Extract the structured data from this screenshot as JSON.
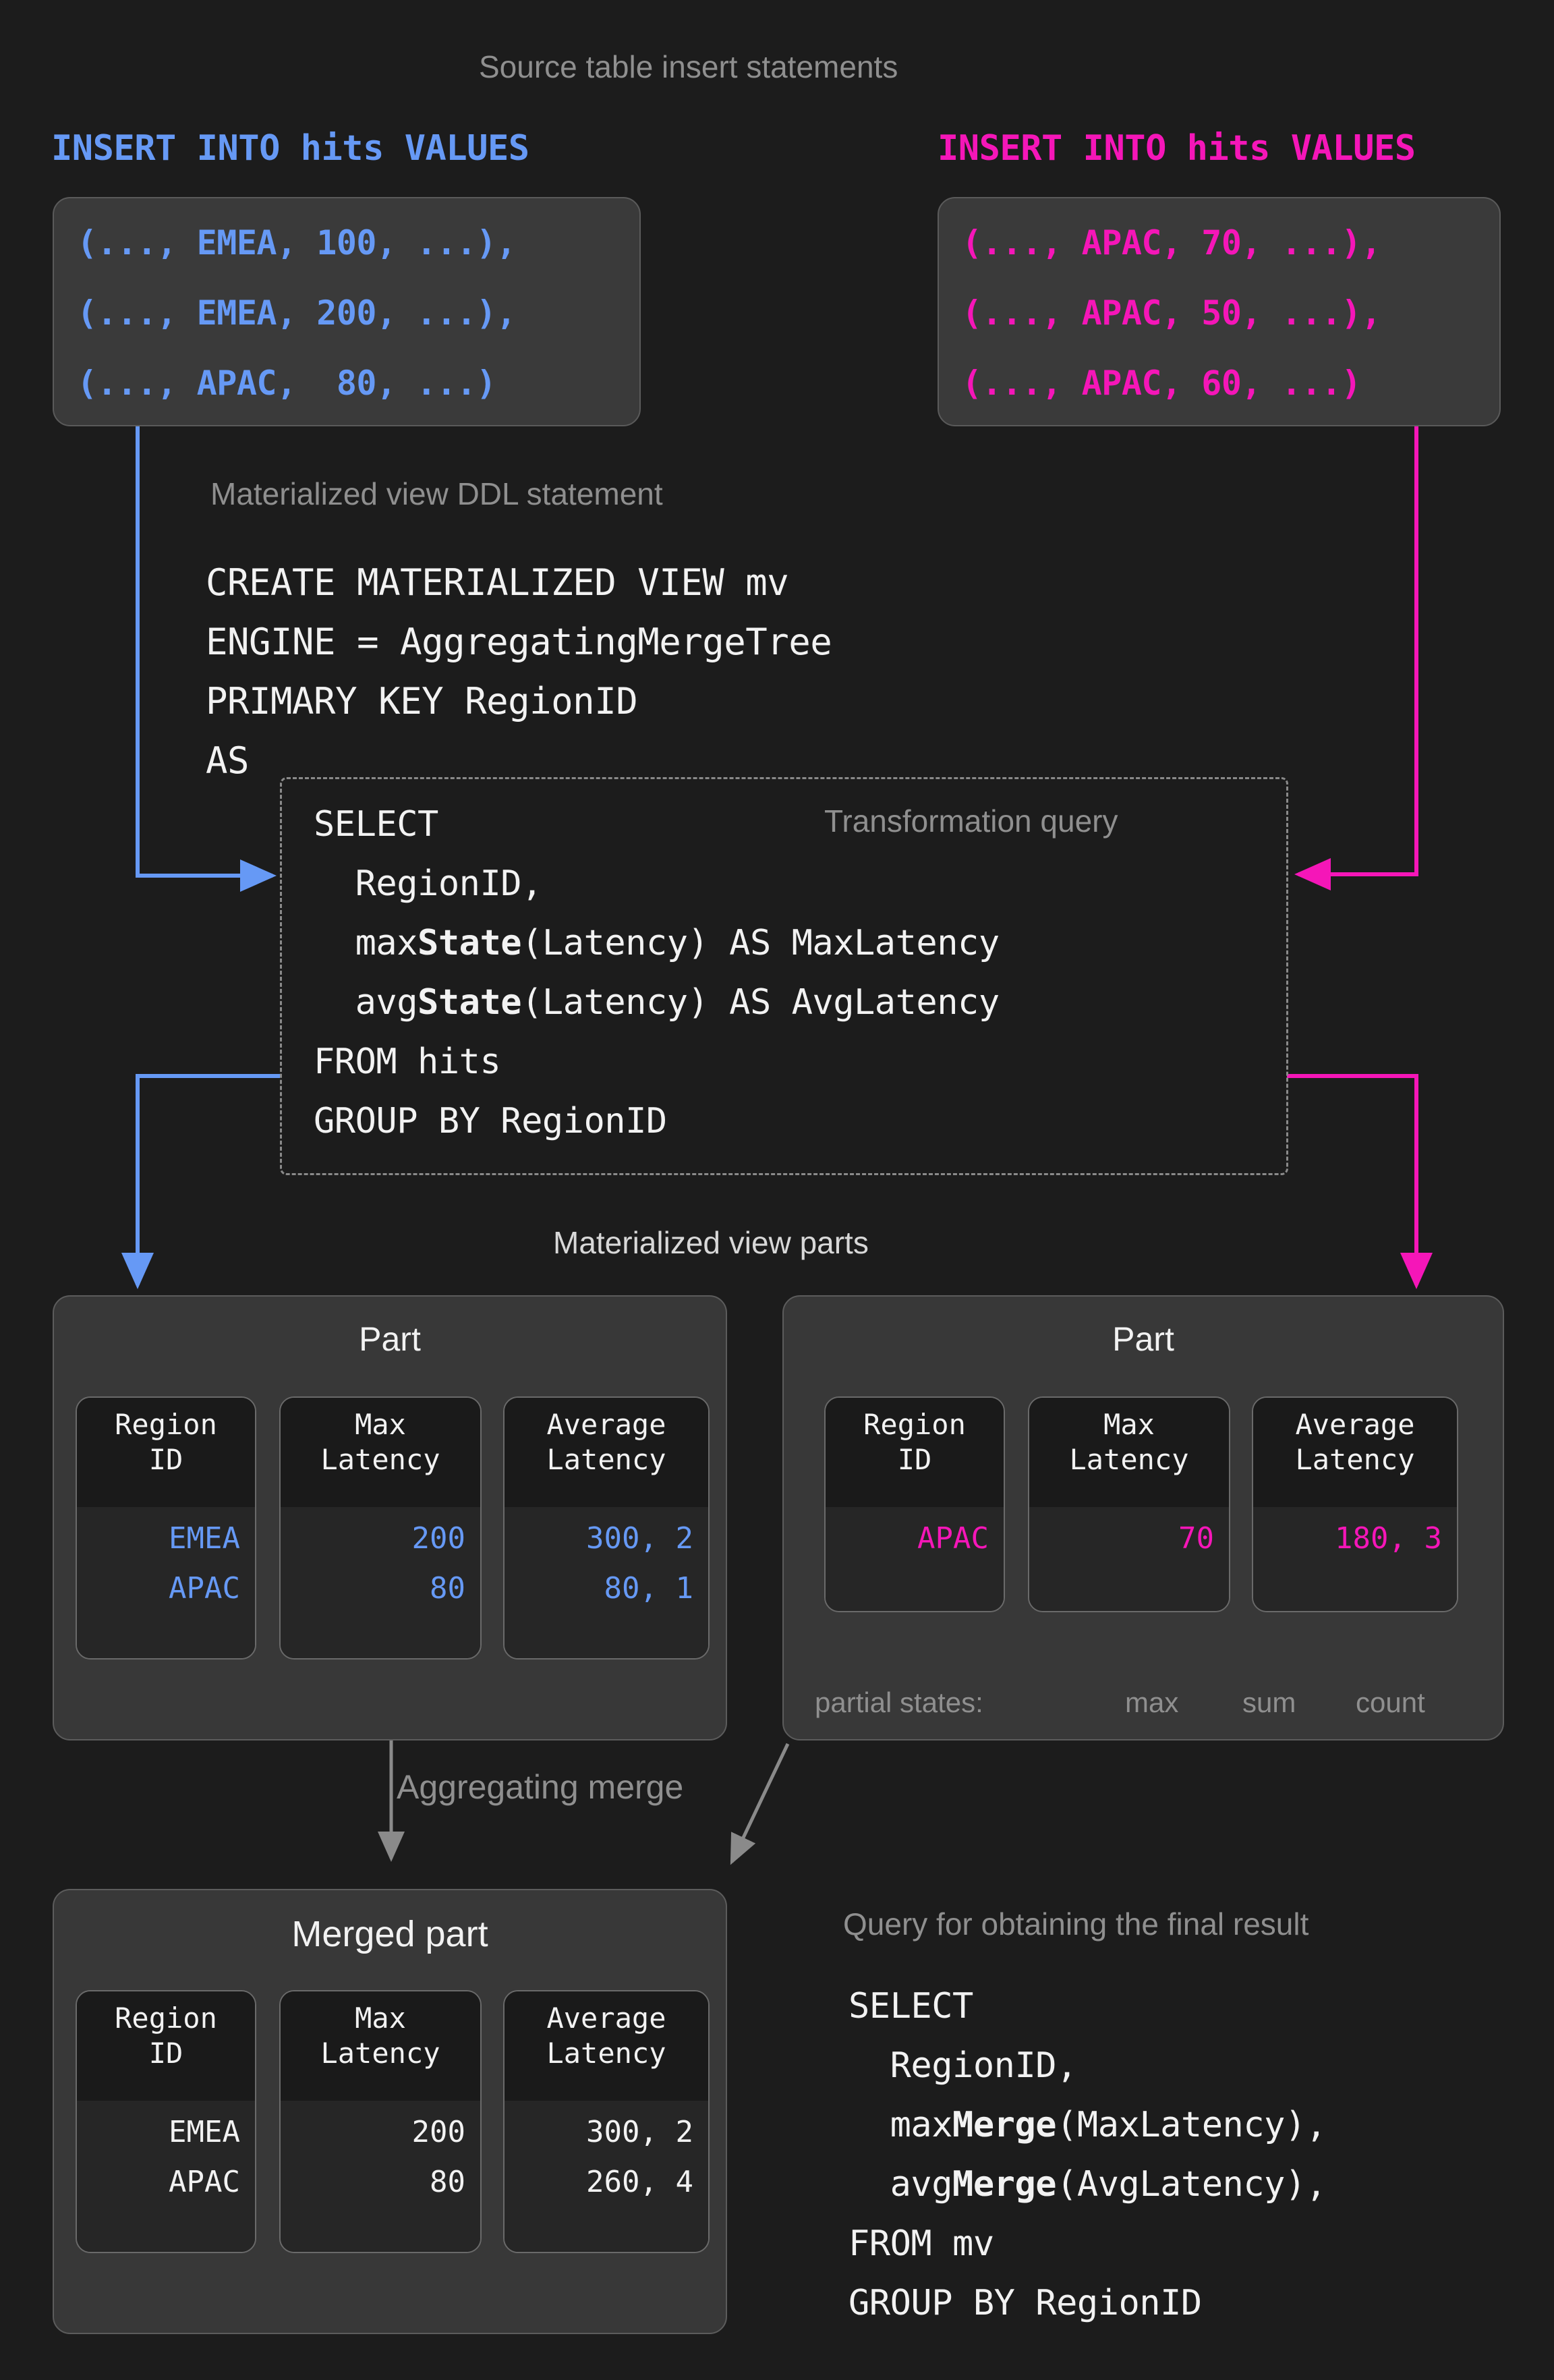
{
  "colors": {
    "background": "#1c1c1c",
    "blue": "#6699f5",
    "magenta": "#f516b8",
    "white": "#f2f2f2",
    "gray": "#8f8f8f",
    "card": "#3a3a3a",
    "part": "#383838",
    "column_header": "#1a1a1a",
    "column_body": "#262626"
  },
  "header": {
    "title": "Source table insert statements"
  },
  "inserts": {
    "left": {
      "statement": "INSERT INTO hits VALUES",
      "rows": [
        "(..., EMEA, 100, ...),",
        "(..., EMEA, 200, ...),",
        "(..., APAC,  80, ...)"
      ]
    },
    "right": {
      "statement": "INSERT INTO hits VALUES",
      "rows": [
        "(..., APAC, 70, ...),",
        "(..., APAC, 50, ...),",
        "(..., APAC, 60, ...)"
      ]
    }
  },
  "ddl": {
    "caption": "Materialized view DDL statement",
    "lines": [
      "CREATE MATERIALIZED VIEW mv",
      "ENGINE = AggregatingMergeTree",
      "PRIMARY KEY RegionID",
      "AS"
    ]
  },
  "transformation_query": {
    "caption": "Transformation query",
    "lines": [
      {
        "plain": "SELECT"
      },
      {
        "plain": "  RegionID,"
      },
      {
        "pre": "  max",
        "bold": "State",
        "post": "(Latency) AS MaxLatency"
      },
      {
        "pre": "  avg",
        "bold": "State",
        "post": "(Latency) AS AvgLatency"
      },
      {
        "plain": "FROM hits"
      },
      {
        "plain": "GROUP BY RegionID"
      }
    ]
  },
  "parts_label": "Materialized view parts",
  "part_left": {
    "title": "Part",
    "columns": [
      "Region\nID",
      "Max\nLatency",
      "Average\nLatency"
    ],
    "rows": [
      [
        "EMEA",
        "200",
        "300, 2"
      ],
      [
        "APAC",
        "80",
        "80, 1"
      ]
    ]
  },
  "part_right": {
    "title": "Part",
    "columns": [
      "Region\nID",
      "Max\nLatency",
      "Average\nLatency"
    ],
    "rows": [
      [
        "APAC",
        "70",
        "180, 3"
      ]
    ],
    "partial_states": {
      "label": "partial states:",
      "annotations": [
        "max",
        "sum",
        "count"
      ]
    }
  },
  "merge_label": "Aggregating merge",
  "merged_part": {
    "title": "Merged part",
    "columns": [
      "Region\nID",
      "Max\nLatency",
      "Average\nLatency"
    ],
    "rows": [
      [
        "EMEA",
        "200",
        "300, 2"
      ],
      [
        "APAC",
        "80",
        "260, 4"
      ]
    ]
  },
  "final_query": {
    "caption": "Query for obtaining the final result",
    "lines": [
      {
        "plain": "SELECT"
      },
      {
        "plain": "  RegionID,"
      },
      {
        "pre": "  max",
        "bold": "Merge",
        "post": "(MaxLatency),"
      },
      {
        "pre": "  avg",
        "bold": "Merge",
        "post": "(AvgLatency),"
      },
      {
        "plain": "FROM mv"
      },
      {
        "plain": "GROUP BY RegionID"
      }
    ]
  }
}
